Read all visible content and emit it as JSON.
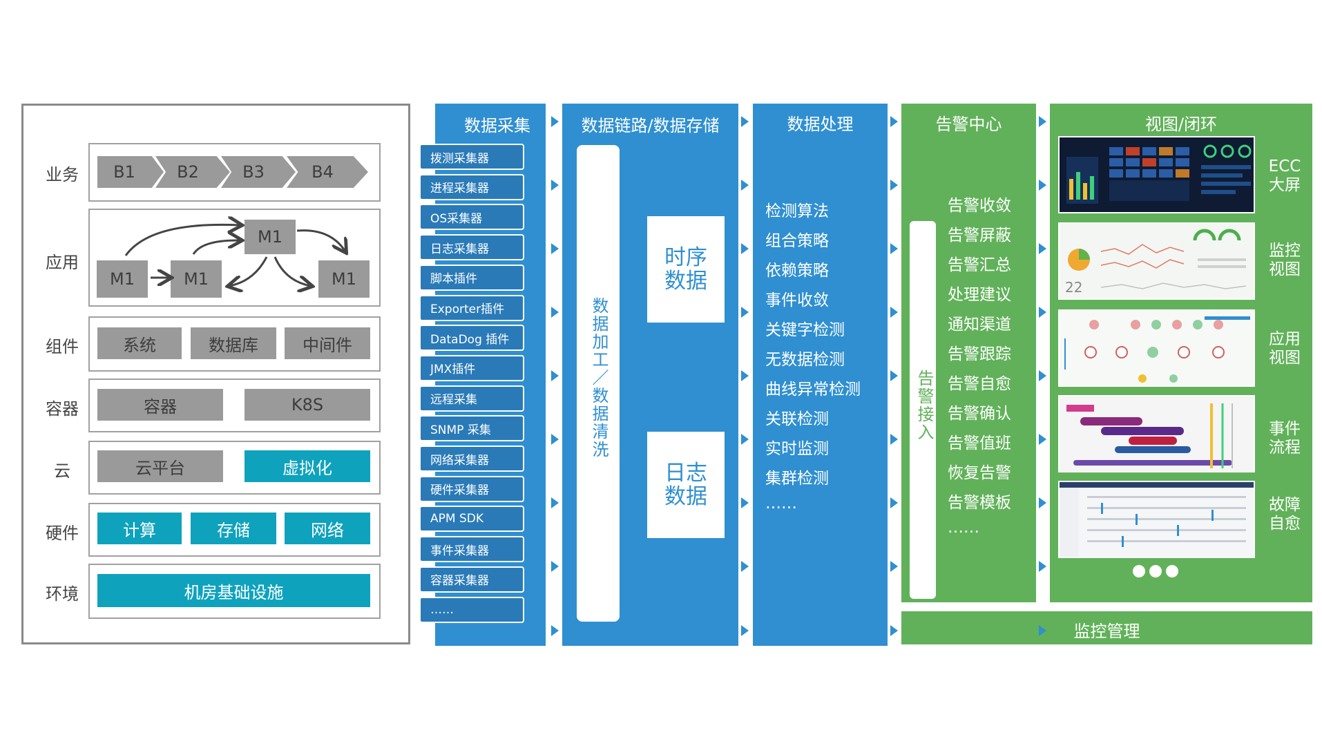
{
  "left_panel": {
    "rows": [
      {
        "label": "业务"
      },
      {
        "label": "应用"
      },
      {
        "label": "组件"
      },
      {
        "label": "容器"
      },
      {
        "label": "云"
      },
      {
        "label": "硬件"
      },
      {
        "label": "环境"
      }
    ],
    "business": [
      "B1",
      "B2",
      "B3",
      "B4"
    ],
    "application": [
      "M1",
      "M1",
      "M1",
      "M1"
    ],
    "components": [
      "系统",
      "数据库",
      "中间件"
    ],
    "containers": [
      "容器",
      "K8S"
    ],
    "cloud": [
      "云平台",
      "虚拟化"
    ],
    "hardware": [
      "计算",
      "存储",
      "网络"
    ],
    "environment": "机房基础设施"
  },
  "collection": {
    "title": "数据采集",
    "items": [
      "拨测采集器",
      "进程采集器",
      "OS采集器",
      "日志采集器",
      "脚本插件",
      "Exporter插件",
      "DataDog 插件",
      "JMX插件",
      "远程采集",
      "SNMP 采集",
      "网络采集器",
      "硬件采集器",
      "APM SDK",
      "事件采集器",
      "容器采集器",
      "……"
    ]
  },
  "storage": {
    "title": "数据链路/数据存储",
    "pipeline_label": "数据加工／数据清洗",
    "timeseries": "时序\n数据",
    "logs": "日志\n数据"
  },
  "processing": {
    "title": "数据处理",
    "items": [
      "检测算法",
      "组合策略",
      "依赖策略",
      "事件收敛",
      "关键字检测",
      "无数据检测",
      "曲线异常检测",
      "关联检测",
      "实时监测",
      "集群检测",
      "……"
    ]
  },
  "alert": {
    "title": "告警中心",
    "ingest_label": "告警接入",
    "items": [
      "告警收敛",
      "告警屏蔽",
      "告警汇总",
      "处理建议",
      "通知渠道",
      "告警跟踪",
      "告警自愈",
      "告警确认",
      "告警值班",
      "恢复告警",
      "告警模板",
      "……"
    ]
  },
  "views": {
    "title": "视图/闭环",
    "labels": [
      "ECC\n大屏",
      "监控\n视图",
      "应用\n视图",
      "事件\n流程",
      "故障\n自愈"
    ],
    "dots": 3,
    "thumb_number": "22"
  },
  "footer": {
    "label": "监控管理"
  },
  "colors": {
    "blue": "#2f8fd1",
    "dark_blue": "#2a7ab8",
    "green": "#61b15a",
    "teal": "#0fa2bd",
    "gray": "#9a9a9a"
  }
}
